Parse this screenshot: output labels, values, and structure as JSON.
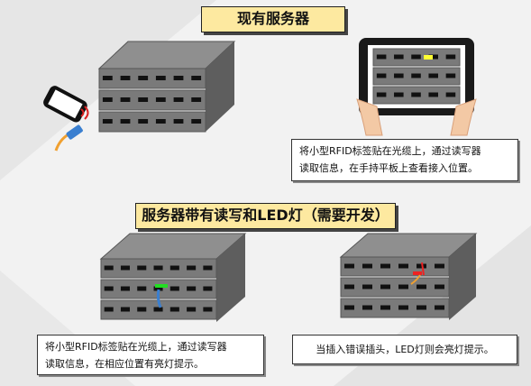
{
  "section1": {
    "title": "现有服务器",
    "caption_lines": [
      "将小型RFID标签贴在光缆上，通过读写器",
      "读取信息，在手持平板上查看接入位置。"
    ]
  },
  "section2": {
    "title": "服务器带有读写和LED灯（需要开发）",
    "left_caption_lines": [
      "将小型RFID标签贴在光缆上，通过读写器",
      "读取信息，在相应位置有亮灯提示。"
    ],
    "right_caption": "当插入错误插头，LED灯则会亮灯提示。"
  },
  "colors": {
    "title_fill": "#fde9a0",
    "server_front": "#7a7a7a",
    "server_top": "#8f8f8f",
    "server_side": "#5e5e5e",
    "led_green": "#22dd22",
    "led_red": "#ee2222",
    "tablet_led_yellow": "#ffff33"
  }
}
